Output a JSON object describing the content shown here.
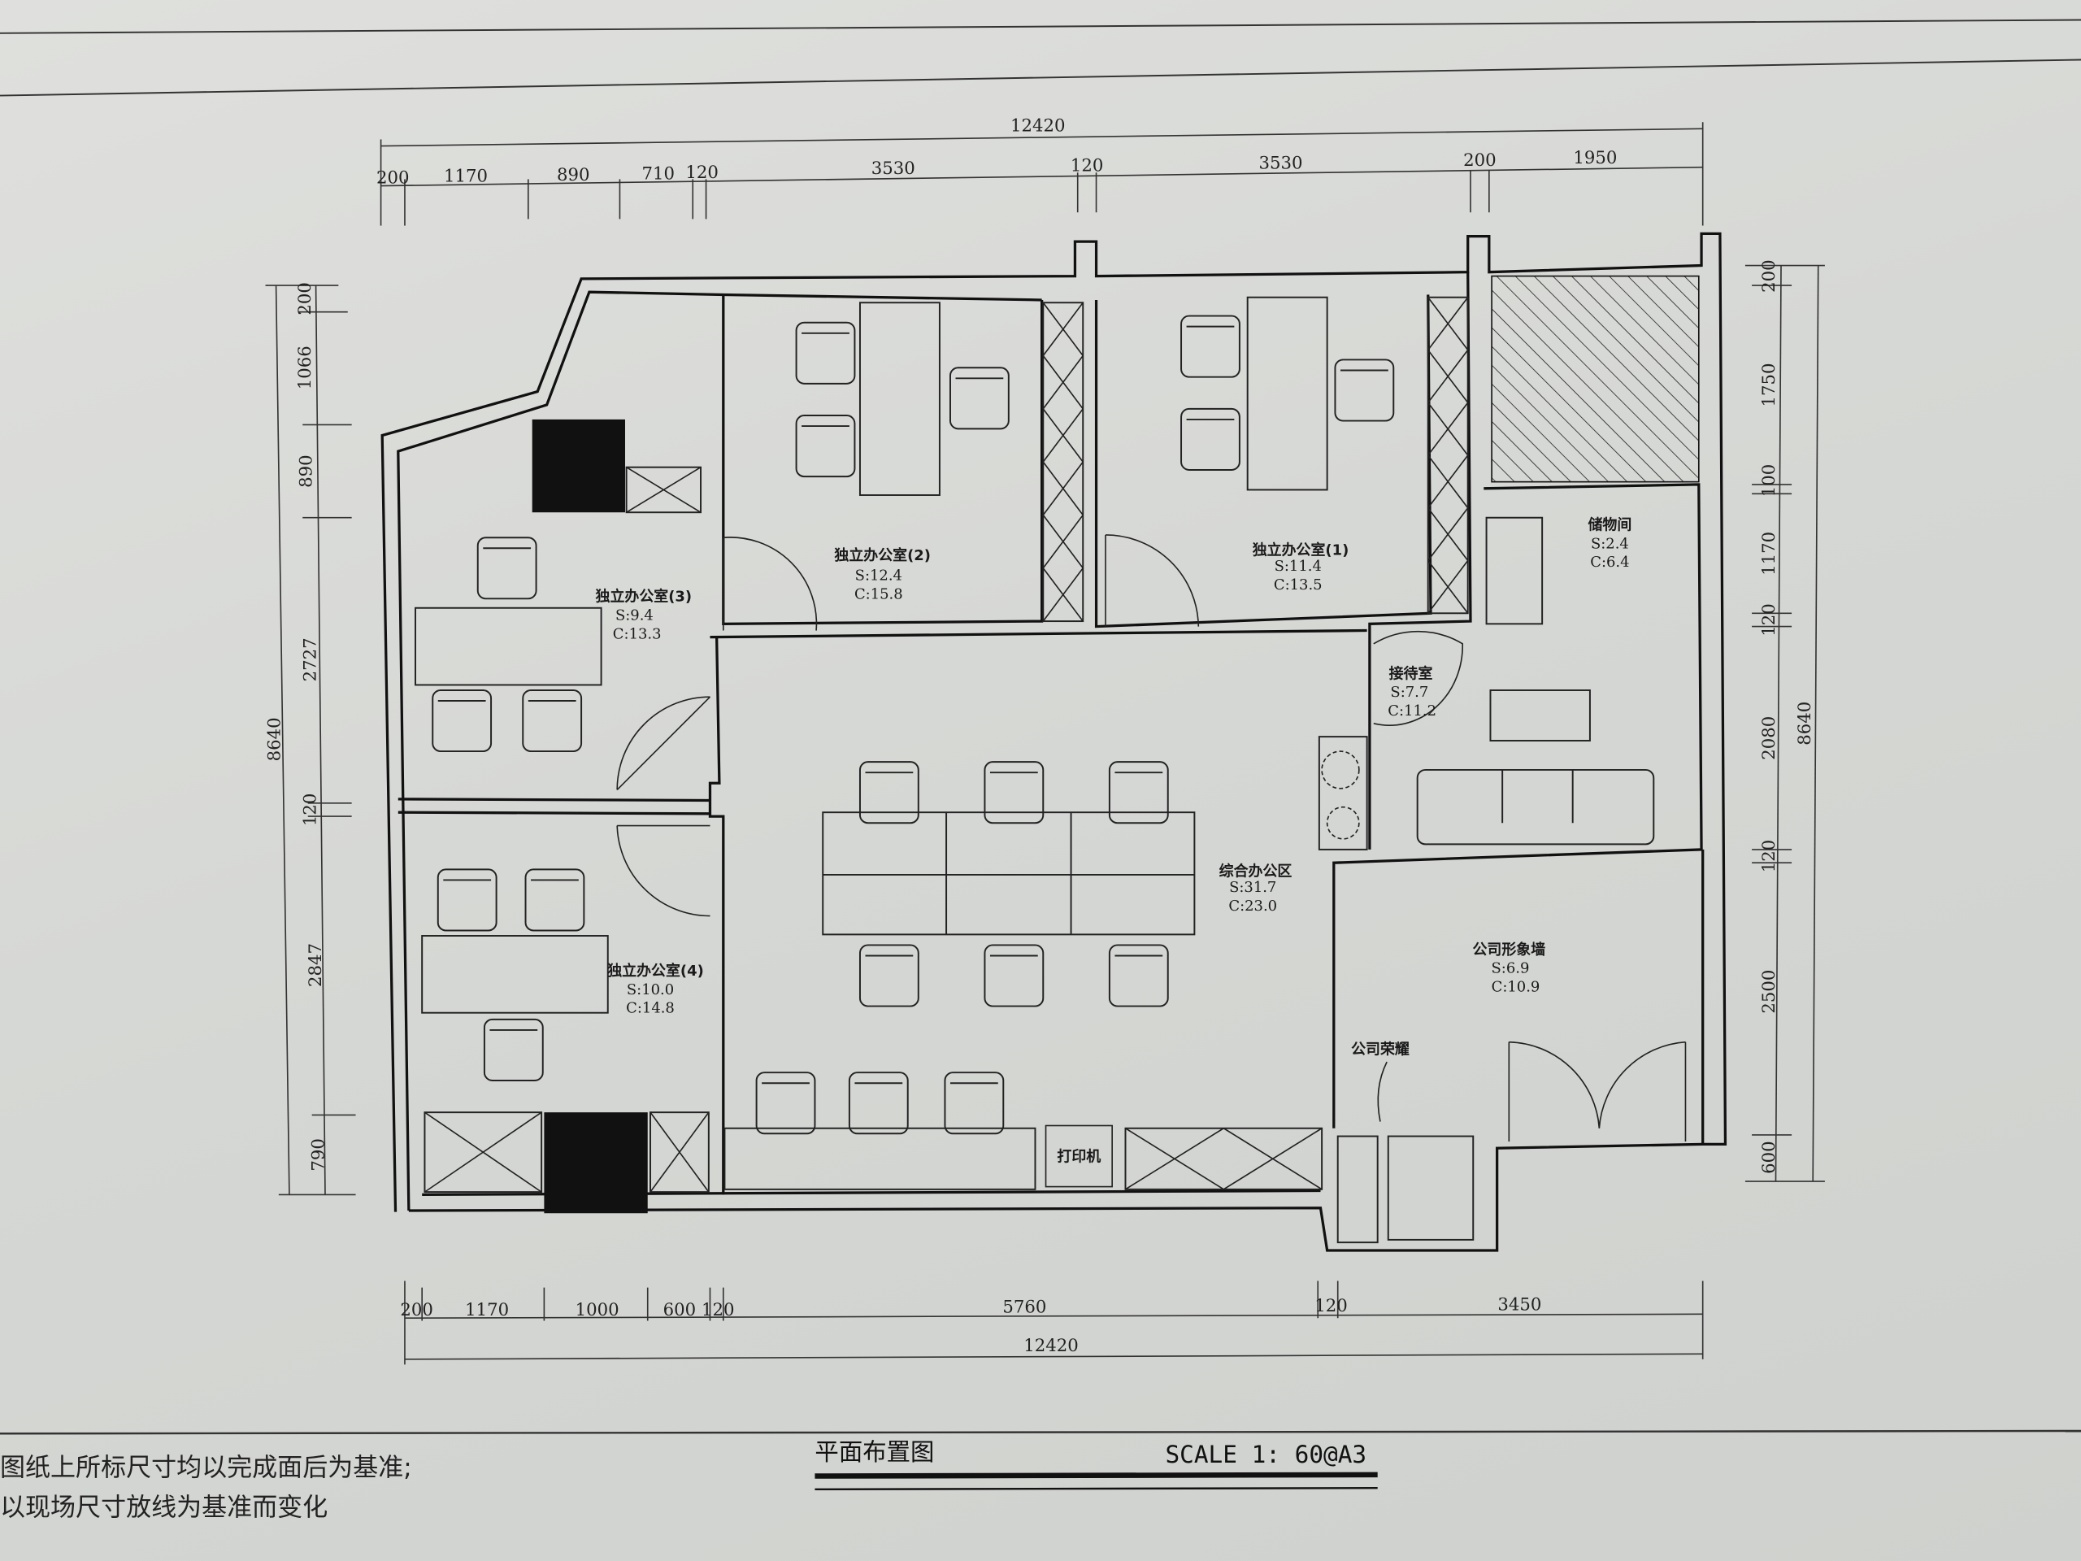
{
  "drawing": {
    "title": "平面布置图",
    "scale": "SCALE 1: 60@A3",
    "notes": [
      "图纸上所标尺寸均以完成面后为基准;",
      "以现场尺寸放线为基准而变化"
    ]
  },
  "dimensions": {
    "top_total": "12420",
    "top": [
      "200",
      "1170",
      "890",
      "710",
      "120",
      "3530",
      "120",
      "3530",
      "200",
      "1950"
    ],
    "bottom_total": "12420",
    "bottom": [
      "200",
      "1170",
      "1000",
      "600",
      "120",
      "5760",
      "120",
      "3450"
    ],
    "left_total": "8640",
    "left": [
      "200",
      "1066",
      "890",
      "2727",
      "120",
      "2847",
      "790"
    ],
    "right_total": "8640",
    "right": [
      "200",
      "1750",
      "100",
      "1170",
      "120",
      "2080",
      "120",
      "2500",
      "600"
    ]
  },
  "rooms": [
    {
      "name": "独立办公室(2)",
      "s": "S:12.4",
      "c": "C:15.8"
    },
    {
      "name": "独立办公室(1)",
      "s": "S:11.4",
      "c": "C:13.5"
    },
    {
      "name": "储物间",
      "s": "S:2.4",
      "c": "C:6.4"
    },
    {
      "name": "独立办公室(3)",
      "s": "S:9.4",
      "c": "C:13.3"
    },
    {
      "name": "接待室",
      "s": "S:7.7",
      "c": "C:11.2"
    },
    {
      "name": "综合办公区",
      "s": "S:31.7",
      "c": "C:23.0"
    },
    {
      "name": "独立办公室(4)",
      "s": "S:10.0",
      "c": "C:14.8"
    },
    {
      "name": "公司形象墙",
      "s": "S:6.9",
      "c": "C:10.9"
    }
  ],
  "annotations": {
    "honor": "公司荣耀",
    "printer": "打印机"
  }
}
